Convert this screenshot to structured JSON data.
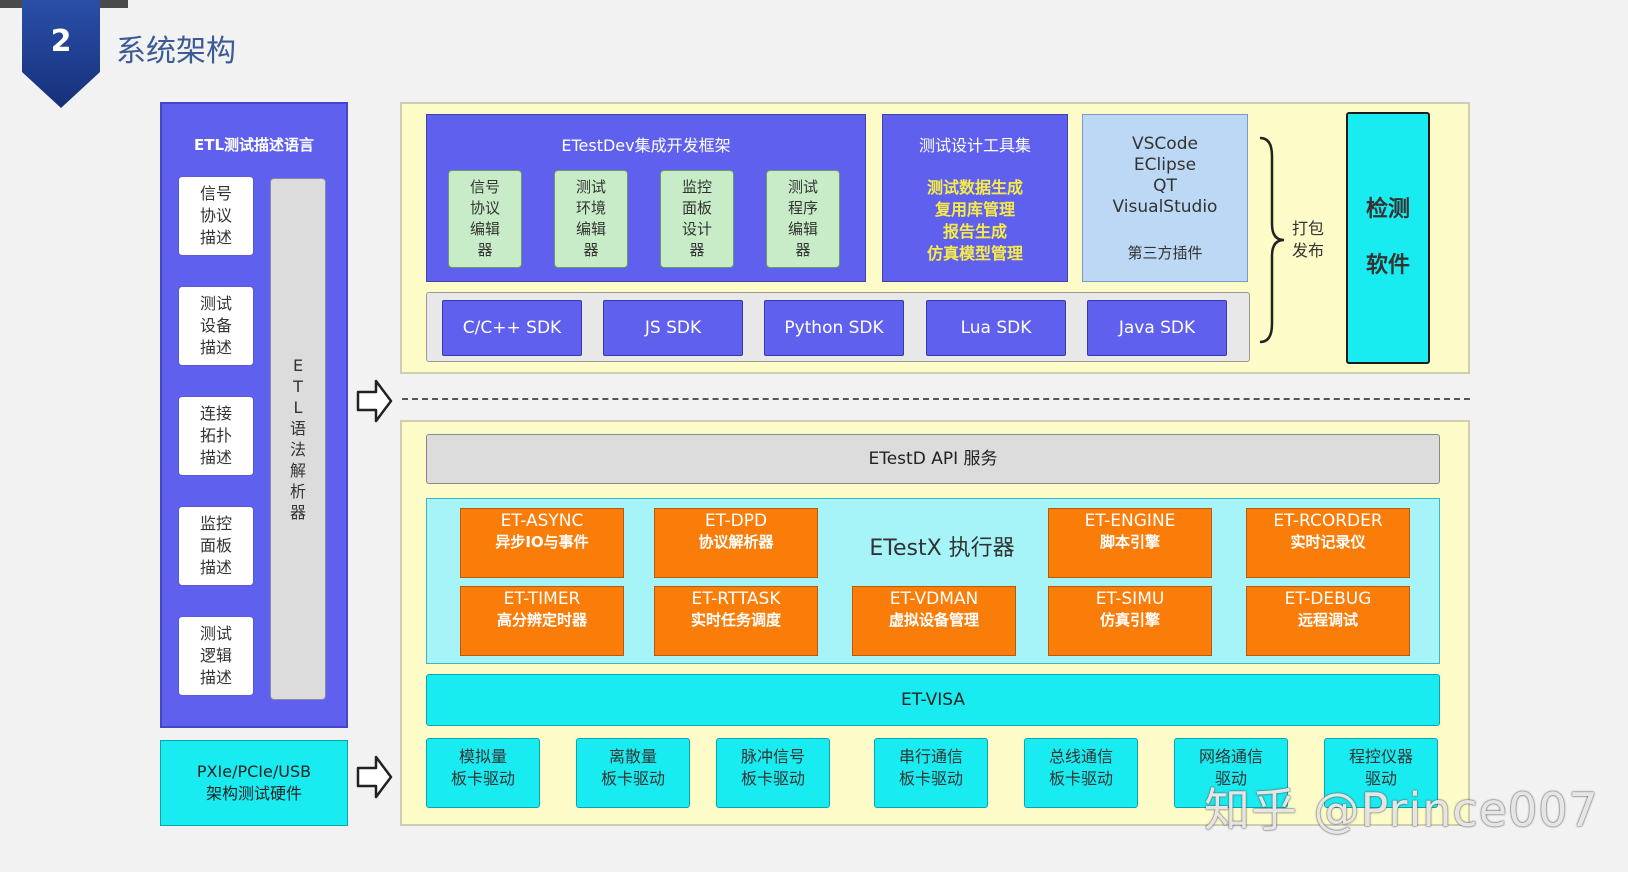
{
  "slide": {
    "number": "2",
    "title": "系统架构"
  },
  "left_panel": {
    "title": "ETL测试描述语言",
    "items": [
      [
        "信号",
        "协议",
        "描述"
      ],
      [
        "测试",
        "设备",
        "描述"
      ],
      [
        "连接",
        "拓扑",
        "描述"
      ],
      [
        "监控",
        "面板",
        "描述"
      ],
      [
        "测试",
        "逻辑",
        "描述"
      ]
    ],
    "parser_chars": [
      "E",
      "T",
      "L",
      "语",
      "法",
      "解",
      "析",
      "器"
    ]
  },
  "hardware": {
    "line1": "PXIe/PCIe/USB",
    "line2": "架构测试硬件"
  },
  "framework": {
    "title": "ETestDev集成开发框架",
    "editors": [
      [
        "信号",
        "协议",
        "编辑",
        "器"
      ],
      [
        "测试",
        "环境",
        "编辑",
        "器"
      ],
      [
        "监控",
        "面板",
        "设计",
        "器"
      ],
      [
        "测试",
        "程序",
        "编辑",
        "器"
      ]
    ]
  },
  "tools": {
    "title": "测试设计工具集",
    "items": [
      "测试数据生成",
      "复用库管理",
      "报告生成",
      "仿真模型管理"
    ]
  },
  "ide": {
    "lines": [
      "VSCode",
      "EClipse",
      "QT",
      "VisualStudio"
    ],
    "plugin": "第三方插件"
  },
  "sdks": [
    "C/C++ SDK",
    "JS SDK",
    "Python SDK",
    "Lua SDK",
    "Java SDK"
  ],
  "pack": {
    "line1": "打包",
    "line2": "发布"
  },
  "product": {
    "line1": "检测",
    "line2": "软件"
  },
  "api": "ETestD API 服务",
  "executor": {
    "title": "ETestX 执行器",
    "modules": [
      {
        "name": "ET-ASYNC",
        "desc": "异步IO与事件"
      },
      {
        "name": "ET-DPD",
        "desc": "协议解析器"
      },
      {
        "name": "ET-ENGINE",
        "desc": "脚本引擎"
      },
      {
        "name": "ET-RCORDER",
        "desc": "实时记录仪"
      },
      {
        "name": "ET-TIMER",
        "desc": "高分辨定时器"
      },
      {
        "name": "ET-RTTASK",
        "desc": "实时任务调度"
      },
      {
        "name": "ET-VDMAN",
        "desc": "虚拟设备管理"
      },
      {
        "name": "ET-SIMU",
        "desc": "仿真引擎"
      },
      {
        "name": "ET-DEBUG",
        "desc": "远程调试"
      }
    ]
  },
  "visa": "ET-VISA",
  "drivers": [
    [
      "模拟量",
      "板卡驱动"
    ],
    [
      "离散量",
      "板卡驱动"
    ],
    [
      "脉冲信号",
      "板卡驱动"
    ],
    [
      "串行通信",
      "板卡驱动"
    ],
    [
      "总线通信",
      "板卡驱动"
    ],
    [
      "网络通信",
      "驱动"
    ],
    [
      "程控仪器",
      "驱动"
    ]
  ],
  "watermark": "知乎 @Prince007",
  "colors": {
    "purple": "#6060ee",
    "cyan": "#19ecf0",
    "orange": "#fa7d0a",
    "cream": "#fdfcc8",
    "green": "#c8ecc8",
    "yellow_text": "#f6ec48"
  }
}
